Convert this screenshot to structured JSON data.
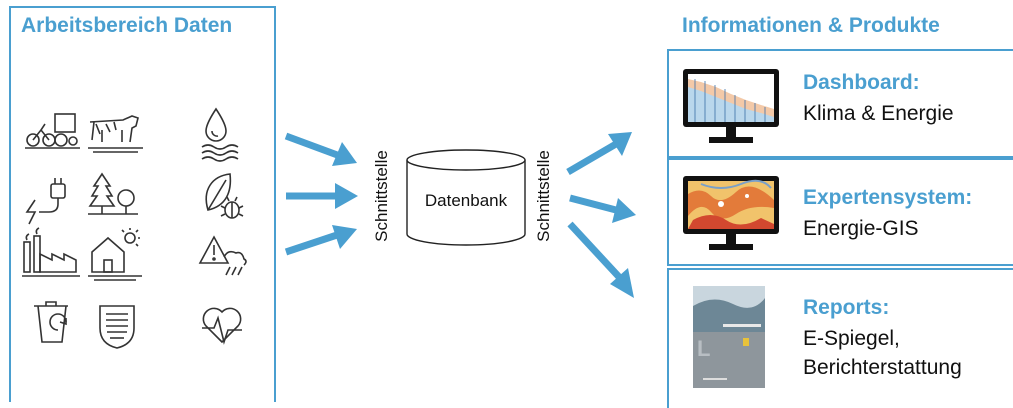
{
  "left_panel": {
    "title": "Arbeitsbereich Daten",
    "icons": [
      "farm-vehicle-icon",
      "cow-icon",
      "water-drop-icon",
      "plug-power-icon",
      "trees-icon",
      "leaf-bug-icon",
      "factory-icon",
      "house-sun-icon",
      "warning-storm-icon",
      "recycle-bin-icon",
      "shield-icon",
      "heart-pulse-icon"
    ]
  },
  "interface_left": "Schnittstelle",
  "database": "Datenbank",
  "interface_right": "Schnittstelle",
  "right_panel": {
    "title": "Informationen & Produkte",
    "cards": [
      {
        "title": "Dashboard:",
        "lines": [
          "Klima & Energie"
        ],
        "icon": "monitor-dashboard-icon"
      },
      {
        "title": "Expertensystem:",
        "lines": [
          "Energie-GIS"
        ],
        "icon": "monitor-map-icon"
      },
      {
        "title": "Reports:",
        "lines": [
          "E-Spiegel,",
          "Berichterstattung"
        ],
        "icon": "report-cover-icon"
      }
    ]
  },
  "colors": {
    "accent": "#4a9fd0",
    "arrow": "#4a9fd0"
  }
}
